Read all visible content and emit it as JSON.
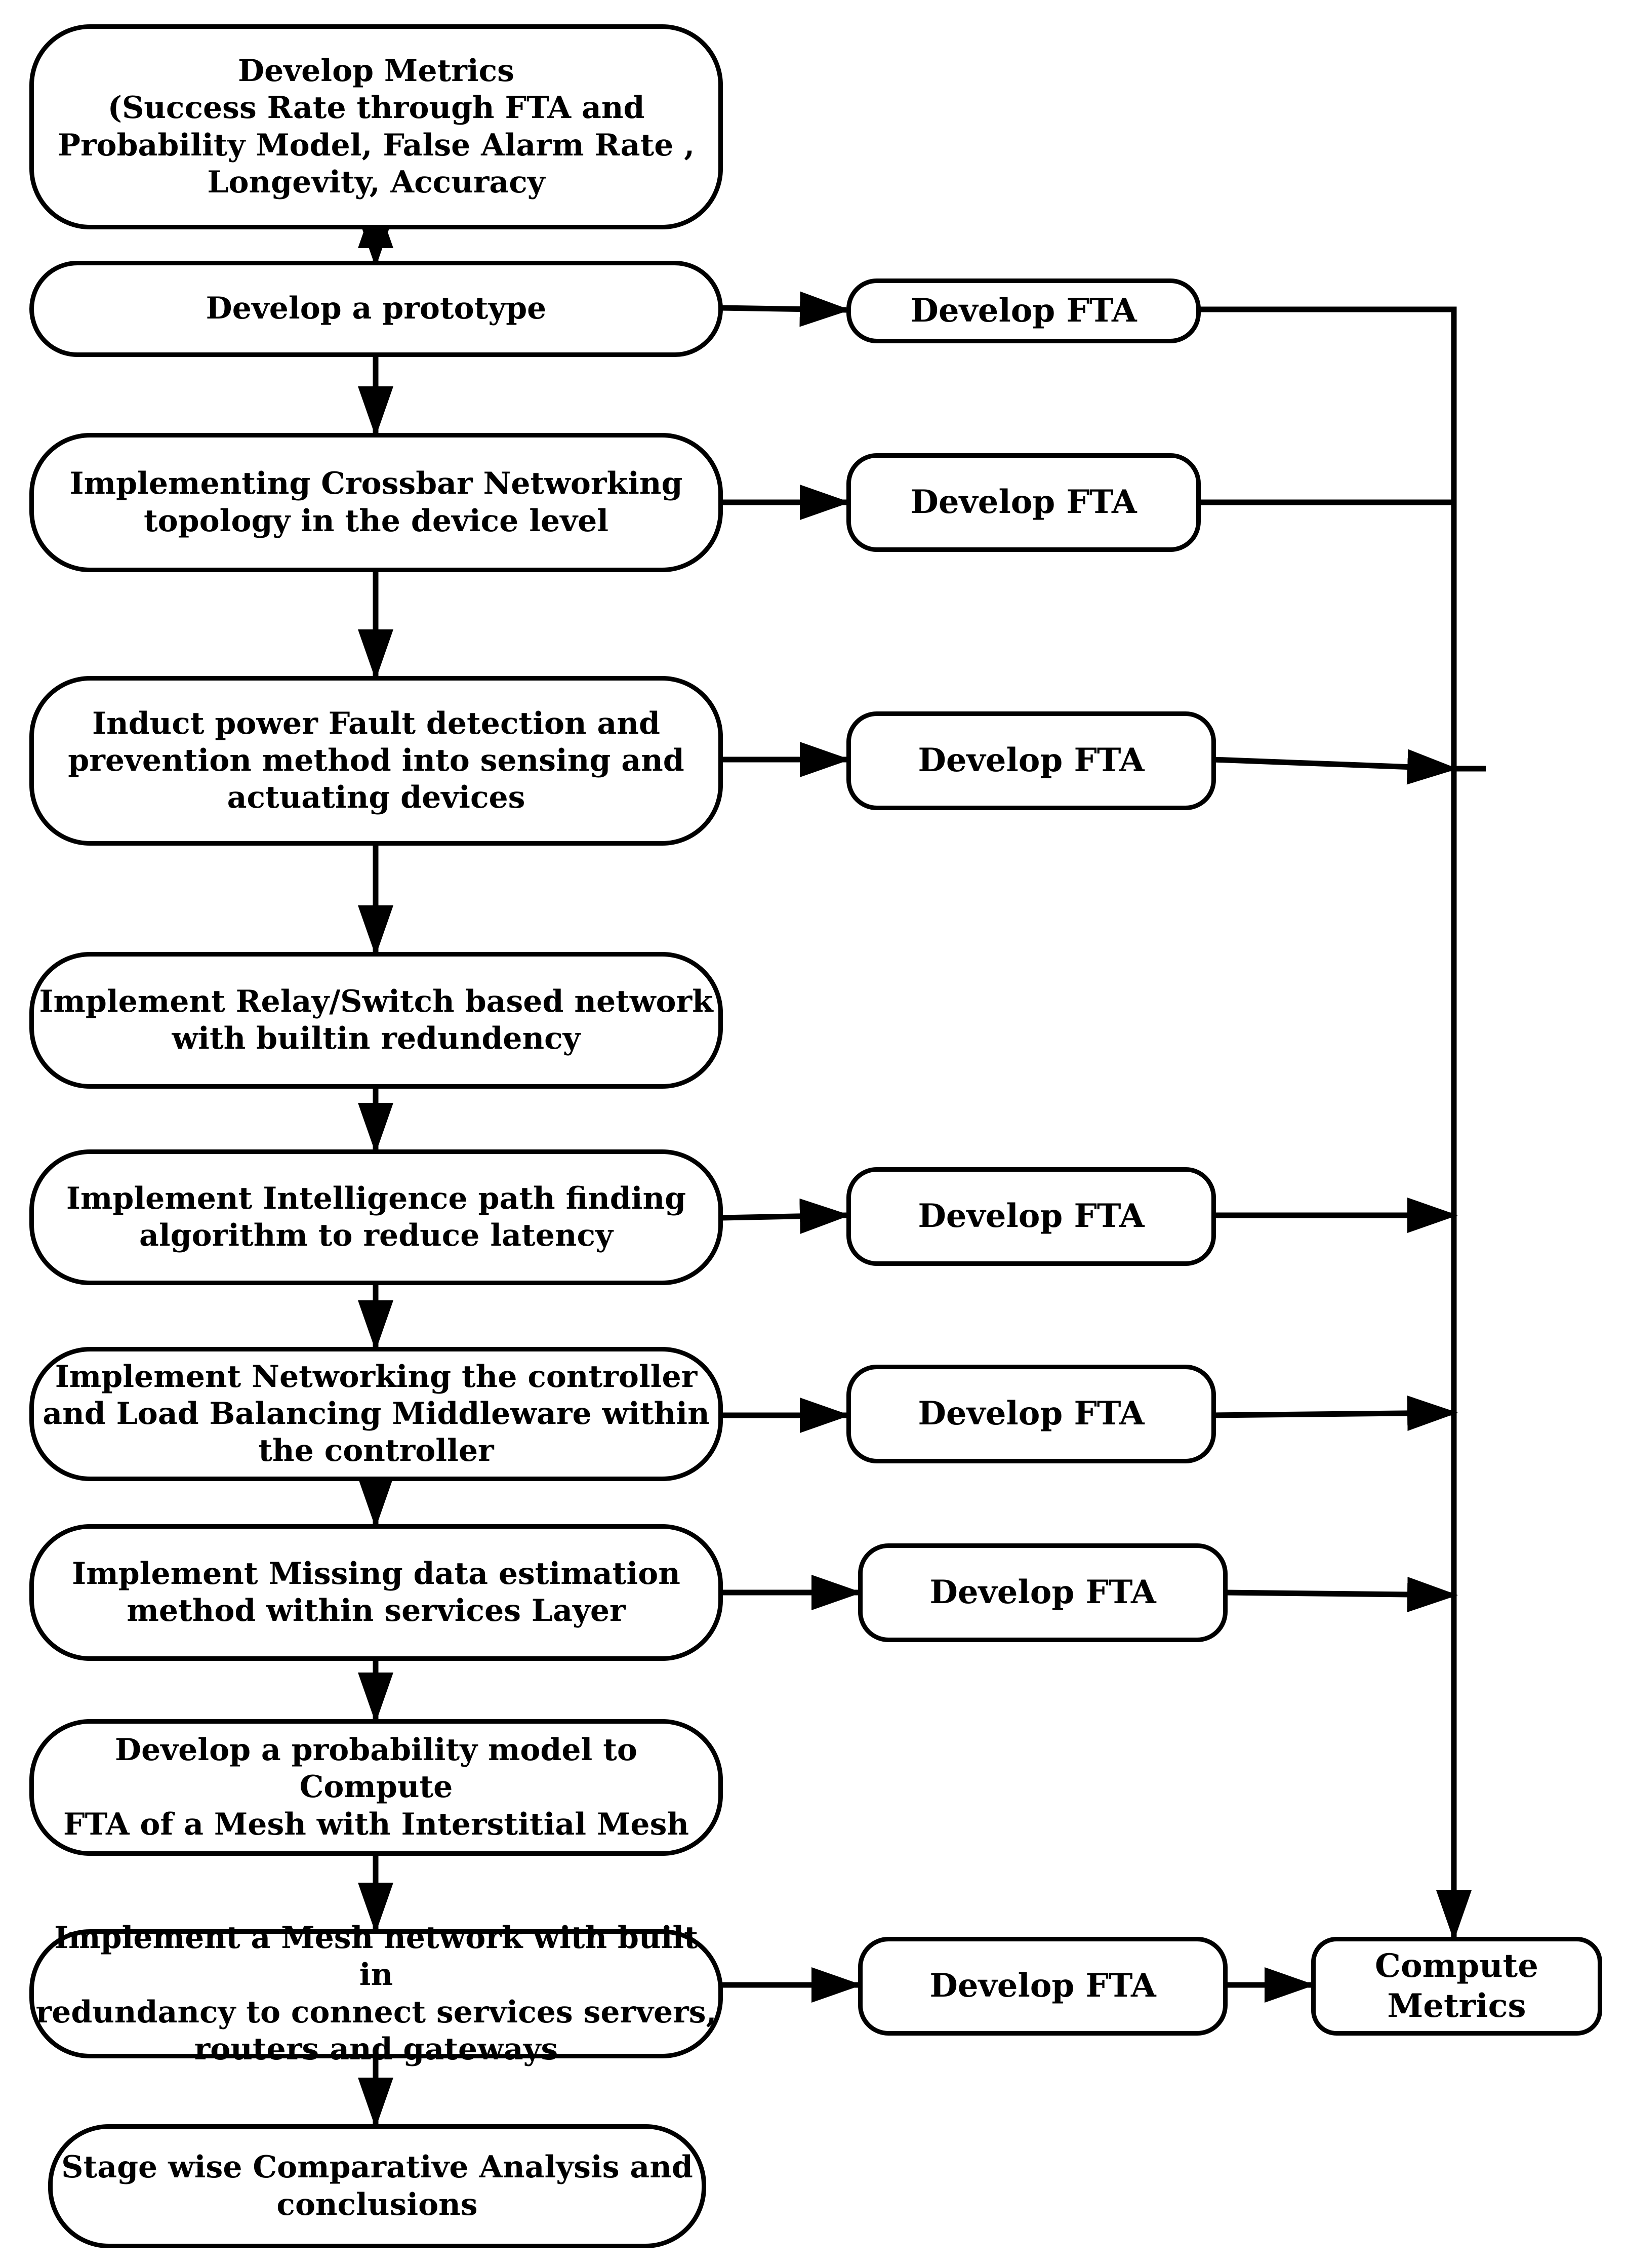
{
  "diagram": {
    "steps": [
      {
        "id": "s1",
        "label": "Develop Metrics\n(Success Rate through FTA and\nProbability Model, False Alarm Rate ,\nLongevity, Accuracy"
      },
      {
        "id": "s2",
        "label": "Develop a prototype"
      },
      {
        "id": "s3",
        "label": "Implementing Crossbar  Networking\ntopology in the device level"
      },
      {
        "id": "s4",
        "label": "Induct power Fault detection and\nprevention method into sensing and\nactuating devices"
      },
      {
        "id": "s5",
        "label": "Implement Relay/Switch based network\nwith builtin redundency"
      },
      {
        "id": "s6",
        "label": "Implement Intelligence path finding\nalgorithm to reduce latency"
      },
      {
        "id": "s7",
        "label": "Implement Networking the controller\nand Load Balancing Middleware within\nthe controller"
      },
      {
        "id": "s8",
        "label": "Implement Missing data estimation\nmethod within services Layer"
      },
      {
        "id": "s9",
        "label": "Develop a probability model to Compute\nFTA of a Mesh with Interstitial Mesh"
      },
      {
        "id": "s10",
        "label": "Implement a Mesh network with built in\nredundancy to connect services servers,\nrouters and gateways"
      },
      {
        "id": "s11",
        "label": "Stage wise Comparative Analysis and\nconclusions"
      }
    ],
    "fta_boxes": [
      {
        "id": "f1",
        "label": "Develop FTA"
      },
      {
        "id": "f2",
        "label": "Develop FTA"
      },
      {
        "id": "f3",
        "label": "Develop FTA"
      },
      {
        "id": "f4",
        "label": "Develop FTA"
      },
      {
        "id": "f5",
        "label": "Develop FTA"
      },
      {
        "id": "f6",
        "label": "Develop FTA"
      },
      {
        "id": "f7",
        "label": "Develop FTA"
      }
    ],
    "result": {
      "id": "r1",
      "label": "Compute\nMetrics"
    }
  }
}
